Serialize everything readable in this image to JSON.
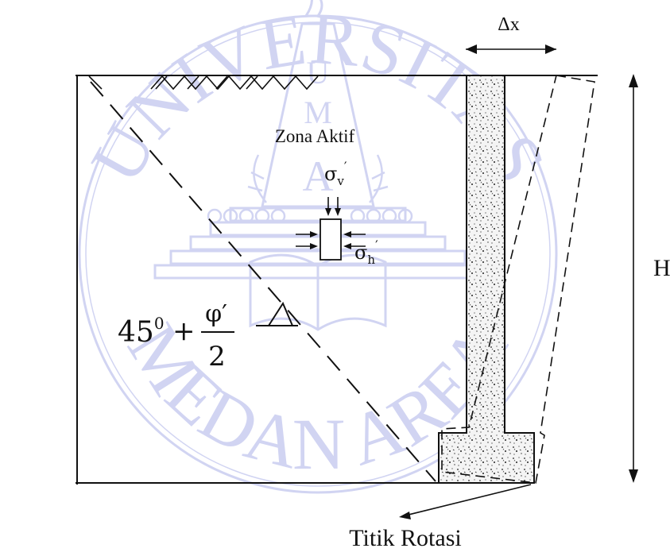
{
  "diagram": {
    "displacement_label": "Δx",
    "height_label": "H",
    "zone_label": "Zona Aktif",
    "sigma_v": {
      "symbol": "σ",
      "sub": "v",
      "prime": "′"
    },
    "sigma_h": {
      "symbol": "σ",
      "sub": "h",
      "prime": "′"
    },
    "angle_formula": {
      "base": "45",
      "sup": "0",
      "plus": "+",
      "numerator": "φ′",
      "denominator": "2"
    },
    "rotation_point_label": "Titik Rotasi"
  },
  "watermark": {
    "text_top": "UNIVERSITAS",
    "text_bottom": "MEDAN AREA",
    "letters": [
      "U",
      "M",
      "A"
    ],
    "color": "#c9cdf0"
  },
  "colors": {
    "ink": "#111111",
    "concrete": "#f2f2f2"
  }
}
